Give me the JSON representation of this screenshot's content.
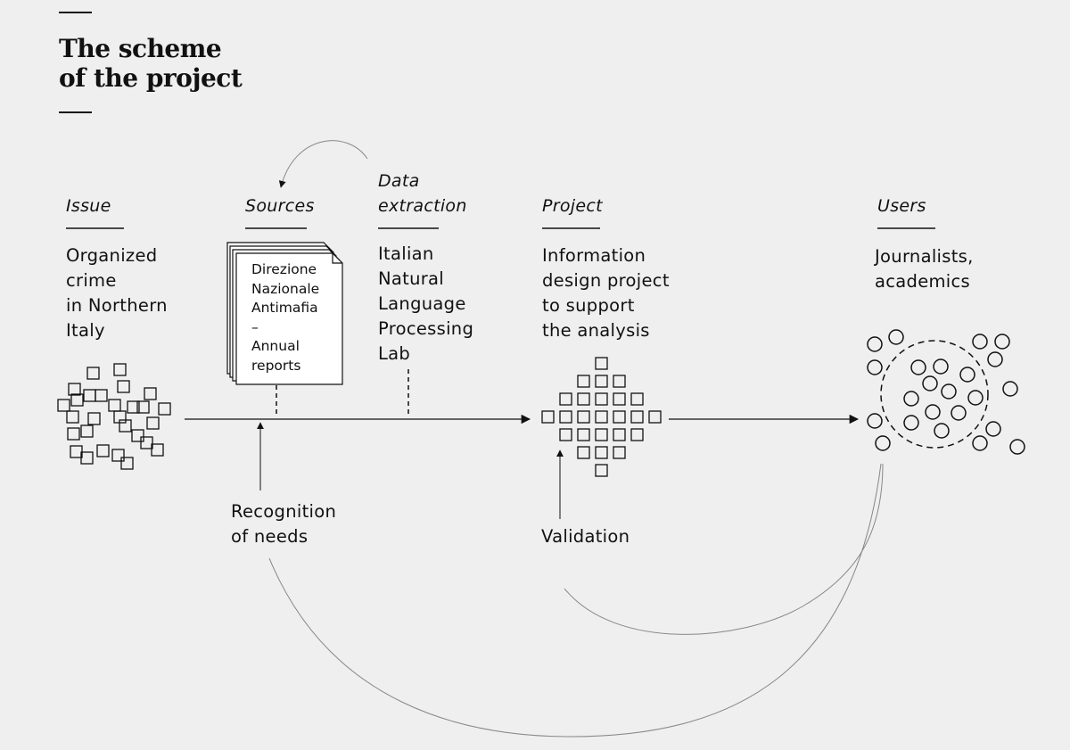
{
  "title": {
    "line1": "The scheme",
    "line2": "of the project"
  },
  "stages": {
    "issue": {
      "label": "Issue",
      "lines": [
        "Organized",
        "crime",
        "in Northern",
        "Italy"
      ]
    },
    "sources": {
      "label": "Sources",
      "doc_lines": [
        "Direzione",
        "Nazionale",
        "Antimafia",
        "–",
        "Annual",
        "reports"
      ]
    },
    "data_extraction": {
      "label_lines": [
        "Data",
        "extraction"
      ],
      "lines": [
        "Italian",
        "Natural",
        "Language",
        "Processing",
        "Lab"
      ]
    },
    "project": {
      "label": "Project",
      "lines": [
        "Information",
        "design project",
        "to support",
        "the analysis"
      ]
    },
    "users": {
      "label": "Users",
      "lines": [
        "Journalists,",
        "academics"
      ]
    }
  },
  "feedback": {
    "recognition": [
      "Recognition",
      "of needs"
    ],
    "validation": "Validation"
  },
  "colors": {
    "background": "#eeefee",
    "ink": "#111111",
    "curve": "#888888"
  }
}
